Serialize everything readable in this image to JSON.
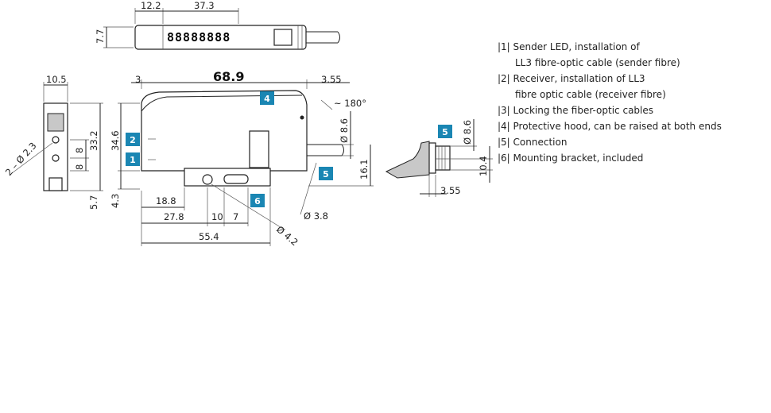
{
  "dimensions": {
    "top_w1": "12.2",
    "top_w2": "37.3",
    "top_h": "7.7",
    "side_w": "10.5",
    "side_h1": "33.2",
    "side_h2": "8",
    "side_h3": "8",
    "side_h4": "5.7",
    "side_hole": "2 – Ø 2.3",
    "front_left": "3",
    "front_total": "68.9",
    "front_right": "3.55",
    "front_angle": "~ 180°",
    "front_h": "34.6",
    "front_dia1": "Ø 8.6",
    "front_h2": "16.1",
    "front_bottom": "4.3",
    "front_d1": "18.8",
    "front_d2": "27.8",
    "front_d3": "10",
    "front_d4": "7",
    "front_d5": "55.4",
    "front_dia2": "Ø 3.8",
    "front_dia3": "Ø 4.2",
    "conn_dia": "Ø 8.6",
    "conn_h": "10.4",
    "conn_w": "3.55"
  },
  "top_view_label": "88888888",
  "badges": {
    "b1": "1",
    "b2": "2",
    "b4": "4",
    "b5": "5",
    "b6": "6",
    "b5r": "5"
  },
  "legend": [
    {
      "lines": [
        "|1| Sender LED, installation of",
        "LL3 fibre-optic cable (sender fibre)"
      ]
    },
    {
      "lines": [
        "|2| Receiver, installation of LL3",
        "fibre optic cable (receiver fibre)"
      ]
    },
    {
      "lines": [
        "|3| Locking the fiber-optic cables"
      ]
    },
    {
      "lines": [
        "|4| Protective hood, can be raised at both ends"
      ]
    },
    {
      "lines": [
        "|5| Connection"
      ]
    },
    {
      "lines": [
        "|6| Mounting bracket, included"
      ]
    }
  ],
  "colors": {
    "badge": "#1a86b3"
  }
}
